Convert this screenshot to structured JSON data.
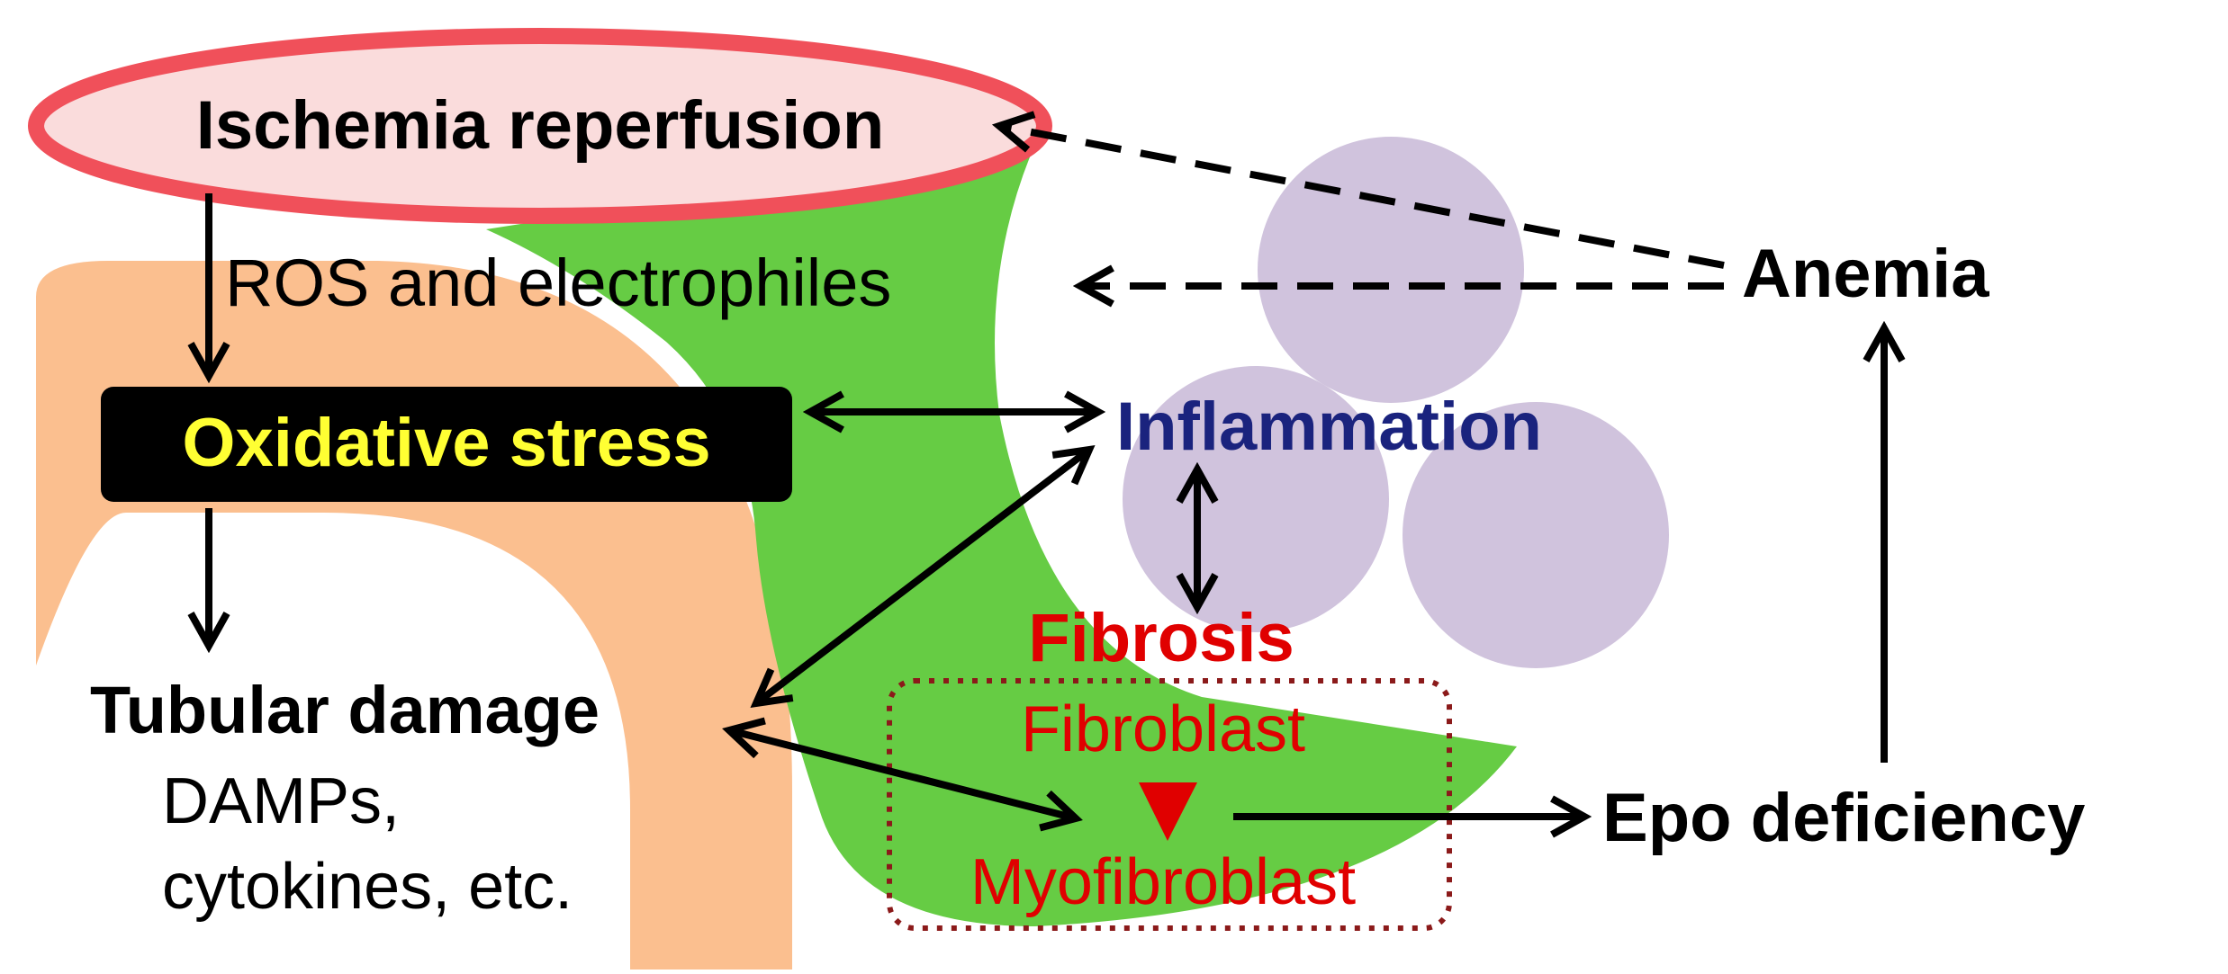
{
  "nodes": {
    "ischemia": "Ischemia reperfusion",
    "ros": "ROS and electrophiles",
    "oxidative": "Oxidative stress",
    "inflammation": "Inflammation",
    "anemia": "Anemia",
    "tubular": "Tubular damage",
    "damps": "DAMPs,",
    "cytokines": "cytokines, etc.",
    "fibrosis": "Fibrosis",
    "fibroblast": "Fibroblast",
    "myofibroblast": "Myofibroblast",
    "epo": "Epo deficiency"
  },
  "colors": {
    "ischemia_ring": "#f0505a",
    "ischemia_fill": "#fadcdc",
    "oxidative_box": "#000000",
    "oxidative_text": "#ffff33",
    "inflammation_text": "#1a237e",
    "fibrosis_text": "#e00000",
    "fibrosis_box_border": "#8b1a1a",
    "green_region": "#66cc44",
    "orange_arc": "#fbbf8f",
    "purple_cells": "#d0c3dd",
    "arrow": "#000000"
  }
}
